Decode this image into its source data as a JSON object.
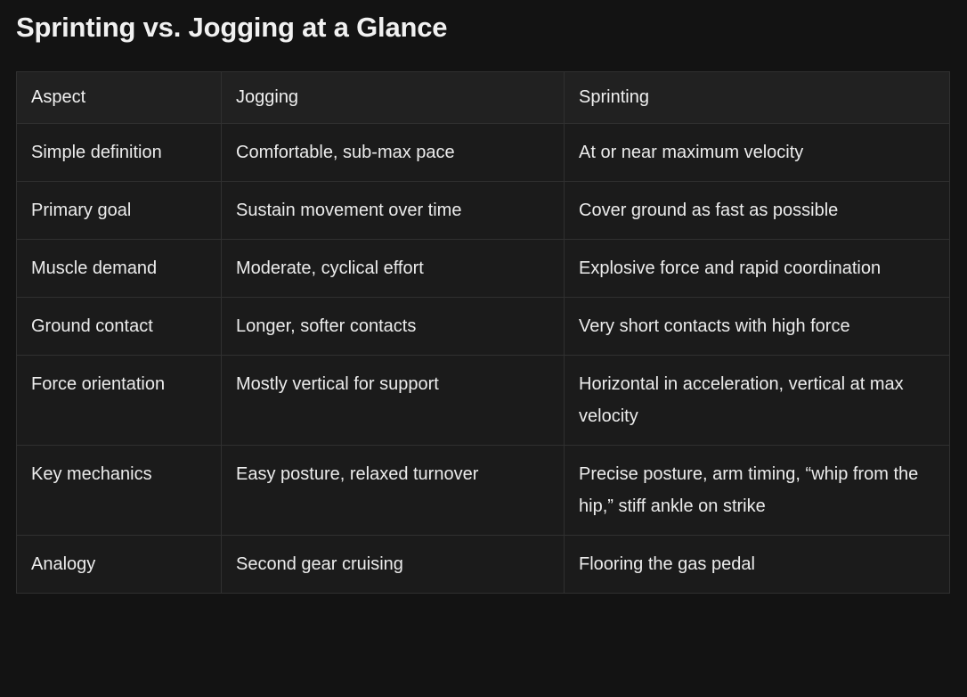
{
  "page": {
    "title": "Sprinting vs. Jogging at a Glance",
    "background_color": "#131313",
    "text_color": "#ececec",
    "border_color": "#303030",
    "header_row_color": "#212121",
    "cell_color": "#1b1b1b"
  },
  "table": {
    "name": "sprinting-vs-jogging-comparison",
    "columns": [
      "Aspect",
      "Jogging",
      "Sprinting"
    ],
    "rows": [
      {
        "aspect": "Simple definition",
        "jogging": "Comfortable, sub-max pace",
        "sprinting": "At or near maximum velocity"
      },
      {
        "aspect": "Primary goal",
        "jogging": "Sustain movement over time",
        "sprinting": "Cover ground as fast as possible"
      },
      {
        "aspect": "Muscle demand",
        "jogging": "Moderate, cyclical effort",
        "sprinting": "Explosive force and rapid coordination"
      },
      {
        "aspect": "Ground contact",
        "jogging": "Longer, softer contacts",
        "sprinting": "Very short contacts with high force"
      },
      {
        "aspect": "Force orientation",
        "jogging": "Mostly vertical for support",
        "sprinting": "Horizontal in acceleration, vertical at max velocity"
      },
      {
        "aspect": "Key mechanics",
        "jogging": "Easy posture, relaxed turnover",
        "sprinting": "Precise posture, arm timing, “whip from the hip,” stiff ankle on strike"
      },
      {
        "aspect": "Analogy",
        "jogging": "Second gear cruising",
        "sprinting": "Flooring the gas pedal"
      }
    ]
  }
}
